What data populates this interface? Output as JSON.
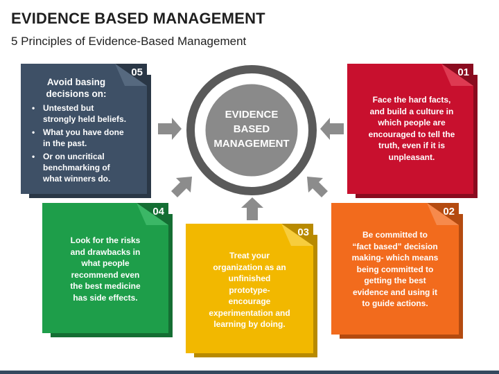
{
  "title": "EVIDENCE BASED MANAGEMENT",
  "subtitle": "5 Principles of Evidence-Based Management",
  "center": {
    "line1": "EVIDENCE",
    "line2": "BASED",
    "line3": "MANAGEMENT"
  },
  "cards": {
    "c01": {
      "num": "01",
      "color": "#c8102e",
      "lines": [
        "Face the hard facts,",
        "and build a culture in",
        "which people are",
        "encouraged to tell the",
        "truth, even if it is",
        "unpleasant."
      ]
    },
    "c02": {
      "num": "02",
      "color": "#f26b1d",
      "lines": [
        "Be committed to",
        "“fact based” decision",
        "making- which means",
        "being committed to",
        "getting the best",
        "evidence and using it",
        "to guide actions."
      ]
    },
    "c03": {
      "num": "03",
      "color": "#f2b800",
      "lines": [
        "Treat your",
        "organization as an",
        "unfinished",
        "prototype-",
        "encourage",
        "experimentation and",
        "learning by doing."
      ]
    },
    "c04": {
      "num": "04",
      "color": "#1e9e4a",
      "lines": [
        "Look for the risks",
        "and drawbacks in",
        "what people",
        "recommend even",
        "the best medicine",
        "has side effects."
      ]
    },
    "c05": {
      "num": "05",
      "color": "#3e5066",
      "heading1": "Avoid basing",
      "heading2": "decisions on:",
      "bullets": [
        [
          "Untested but",
          "strongly held beliefs."
        ],
        [
          "What you have done",
          "in the past."
        ],
        [
          "Or on uncritical",
          "benchmarking of",
          "what winners do."
        ]
      ]
    }
  },
  "colors": {
    "arrow": "#8c8c8c",
    "ring": "#5a5a5a",
    "center_fill": "#8a8a8a"
  }
}
